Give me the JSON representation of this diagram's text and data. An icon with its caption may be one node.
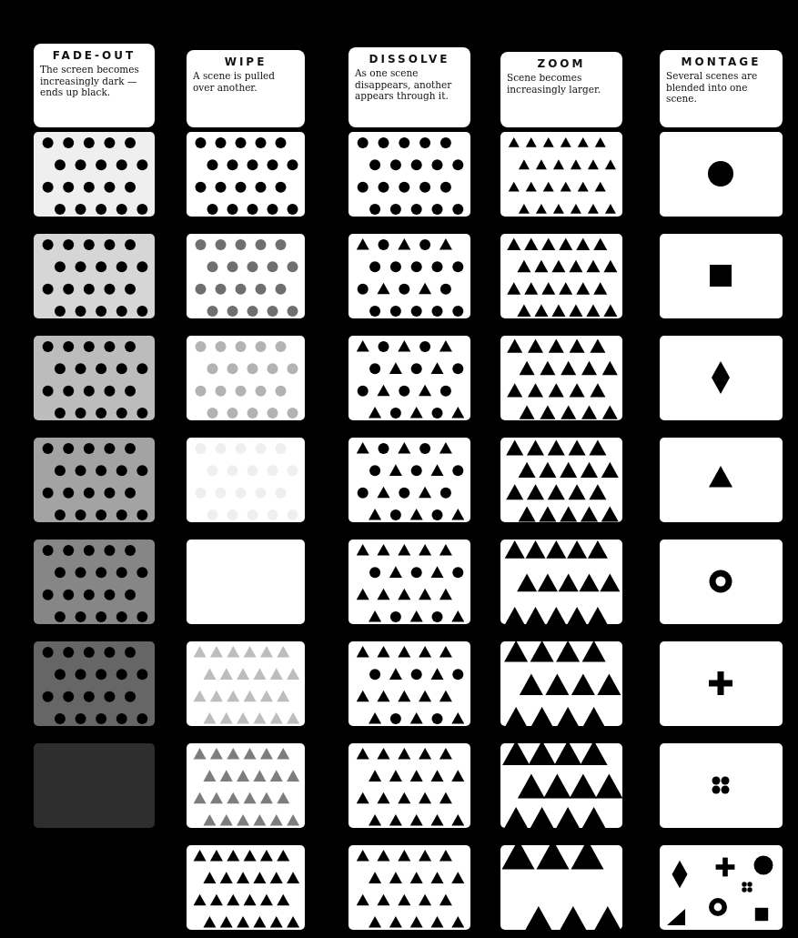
{
  "diagram": {
    "nodes": [
      {
        "text": [
          "FADE-OUT",
          "The screen becomes increasingly dark — ends up black."
        ]
      },
      {
        "text": [
          "WIPE",
          "A scene is pulled over another."
        ]
      },
      {
        "text": [
          "DISSOLVE",
          "As one scene disappears, another appears through it."
        ]
      },
      {
        "text": [
          "ZOOM",
          "Scene becomes increasingly larger."
        ]
      },
      {
        "text": [
          "MONTAGE",
          "Several scenes are blended into one scene."
        ]
      }
    ],
    "edges": []
  }
}
